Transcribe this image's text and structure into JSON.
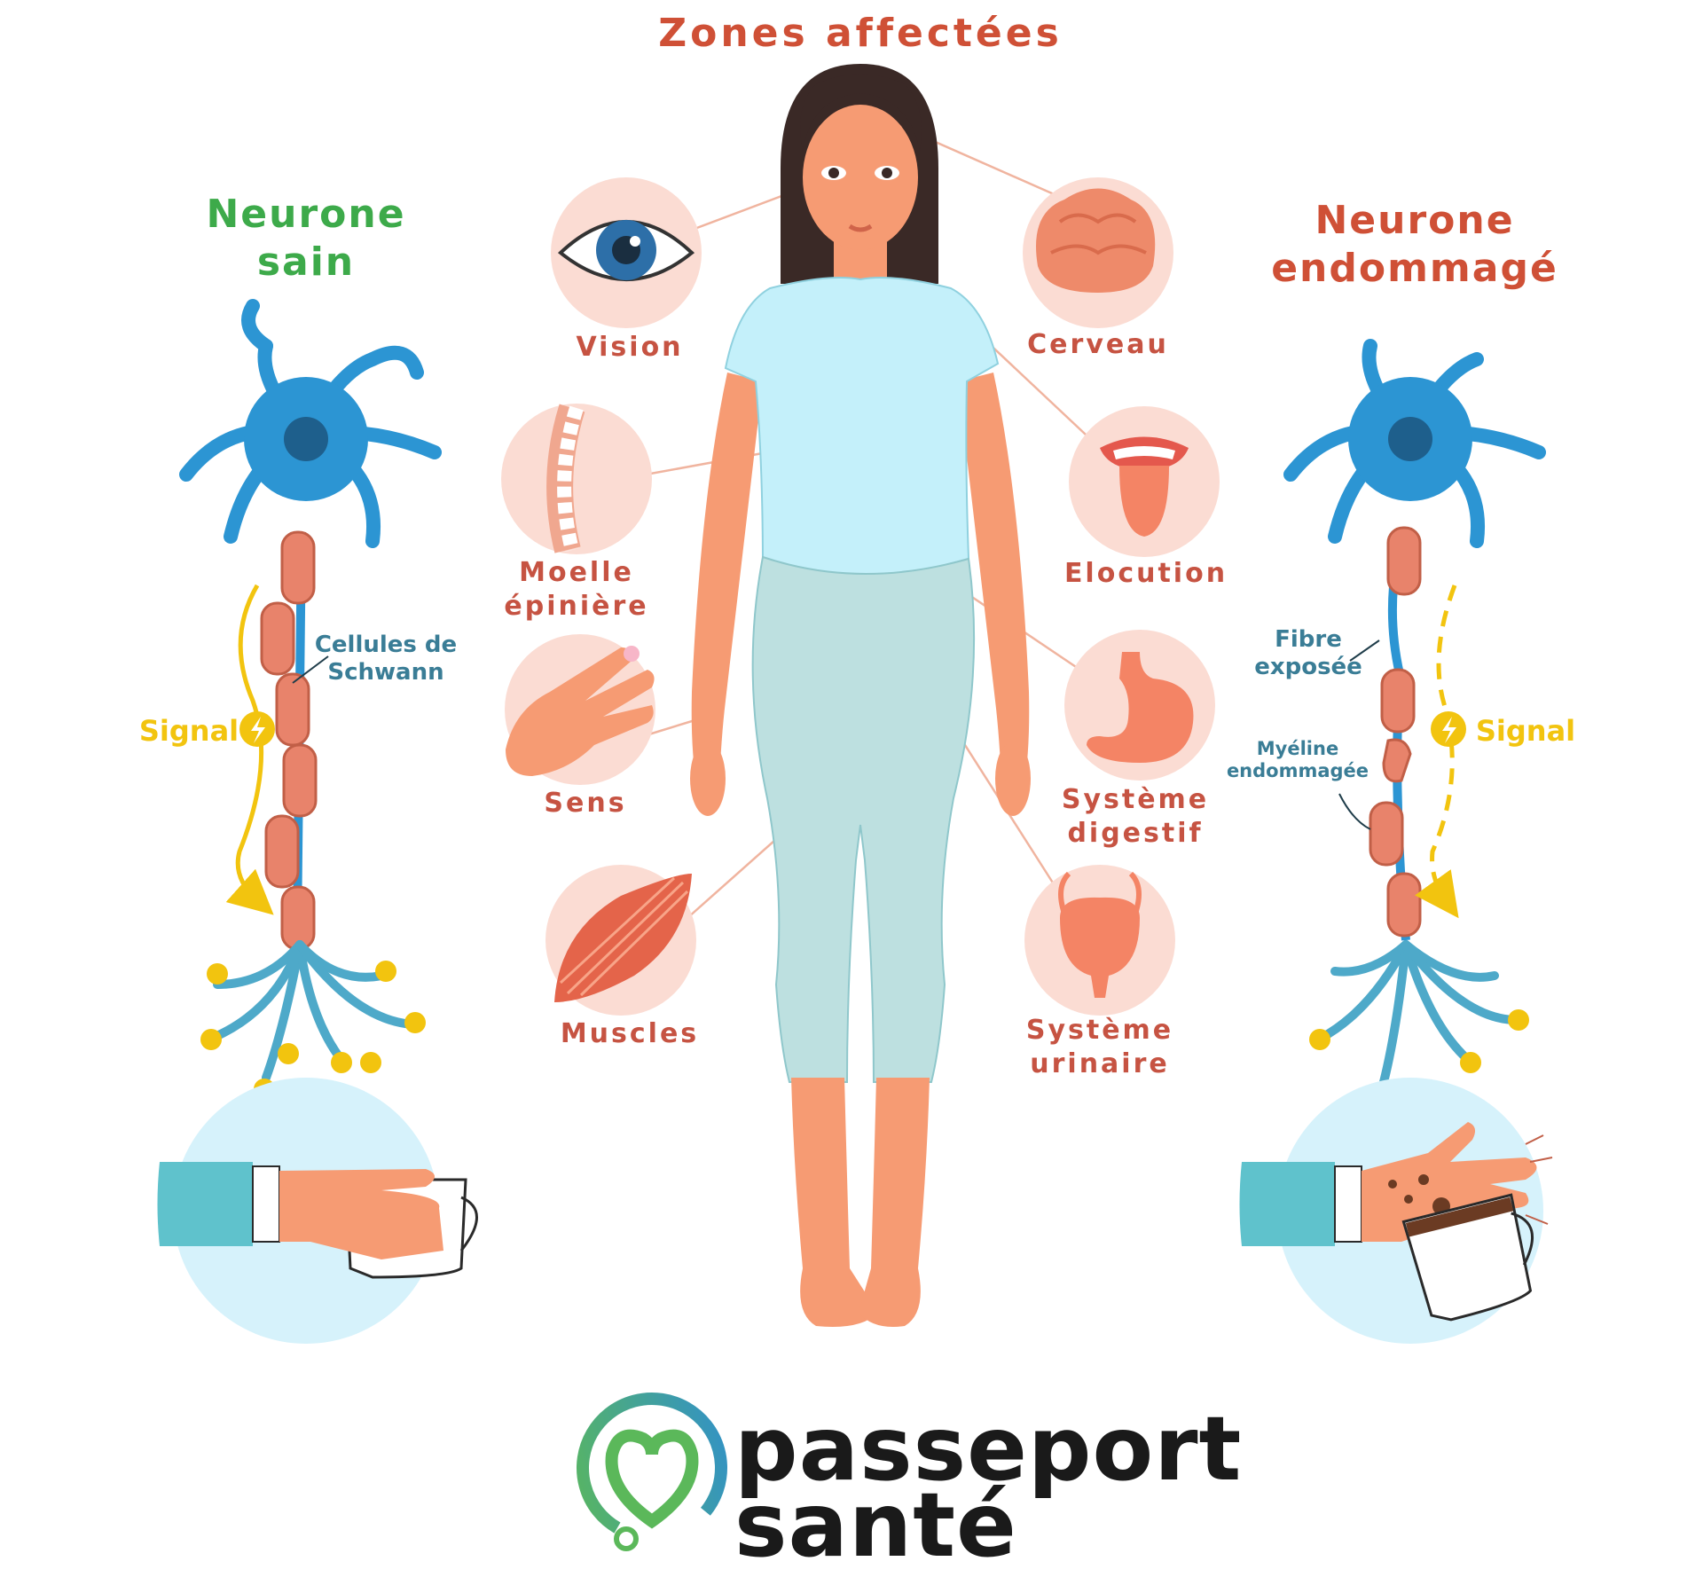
{
  "title": "Zones affectées",
  "healthy_neuron": {
    "heading": "Neurone\nsain",
    "schwann_label": "Cellules de\nSchwann",
    "signal_label": "Signal"
  },
  "damaged_neuron": {
    "heading": "Neurone\nendommagé",
    "fibre_label": "Fibre\nexposée",
    "myelin_label": "Myéline\nendommagée",
    "signal_label": "Signal"
  },
  "zones": {
    "vision": "Vision",
    "cerveau": "Cerveau",
    "moelle": "Moelle\népinière",
    "elocution": "Elocution",
    "sens": "Sens",
    "digestif": "Système\ndigestif",
    "muscles": "Muscles",
    "urinaire": "Système\nurinaire"
  },
  "brand": {
    "line1": "passeport",
    "line2": "santé"
  },
  "colors": {
    "title": "#cf5036",
    "healthy": "#3daa4a",
    "damaged": "#cf5036",
    "organ_label": "#c65342",
    "neuron_label": "#3a7d96",
    "signal": "#f2c40f",
    "neuron": "#2c95d3",
    "brand_text": "#1a1a1a"
  }
}
